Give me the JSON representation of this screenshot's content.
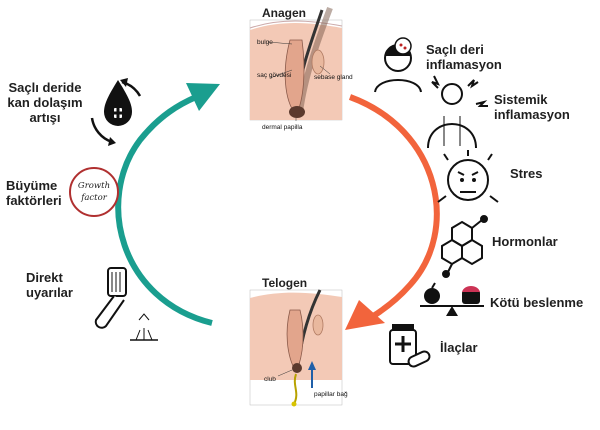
{
  "anagen": {
    "title": "Anagen",
    "labels": {
      "bulge": "bulge",
      "shaft": "saç gövdesi",
      "sebase": "sebase gland",
      "papilla": "dermal papilla"
    }
  },
  "telogen": {
    "title": "Telogen",
    "labels": {
      "club": "club",
      "papillar": "papillar bağ"
    }
  },
  "left_factors": [
    {
      "label": "Saçlı deride kan dolaşım artışı",
      "icon": "blood-circulation-icon"
    },
    {
      "label": "Büyüme faktörleri",
      "icon": "growth-factor-icon",
      "icon_text": "Growth factor"
    },
    {
      "label": "Direkt uyarılar",
      "icon": "derma-roller-icon"
    }
  ],
  "right_factors": [
    {
      "label": "Saçlı deri inflamasyon",
      "icon": "scalp-inflammation-icon"
    },
    {
      "label": "Sistemik inflamasyon",
      "icon": "systemic-inflammation-icon"
    },
    {
      "label": "Stres",
      "icon": "stress-face-icon"
    },
    {
      "label": "Hormonlar",
      "icon": "hormone-molecule-icon"
    },
    {
      "label": "Kötü beslenme",
      "icon": "bad-nutrition-icon"
    },
    {
      "label": "İlaçlar",
      "icon": "medication-icon"
    }
  ],
  "colors": {
    "growth_arrow": "#1a9e8f",
    "loss_arrow": "#f2643c",
    "skin": "#f3c9b6",
    "skin_dark": "#e2a58c"
  }
}
